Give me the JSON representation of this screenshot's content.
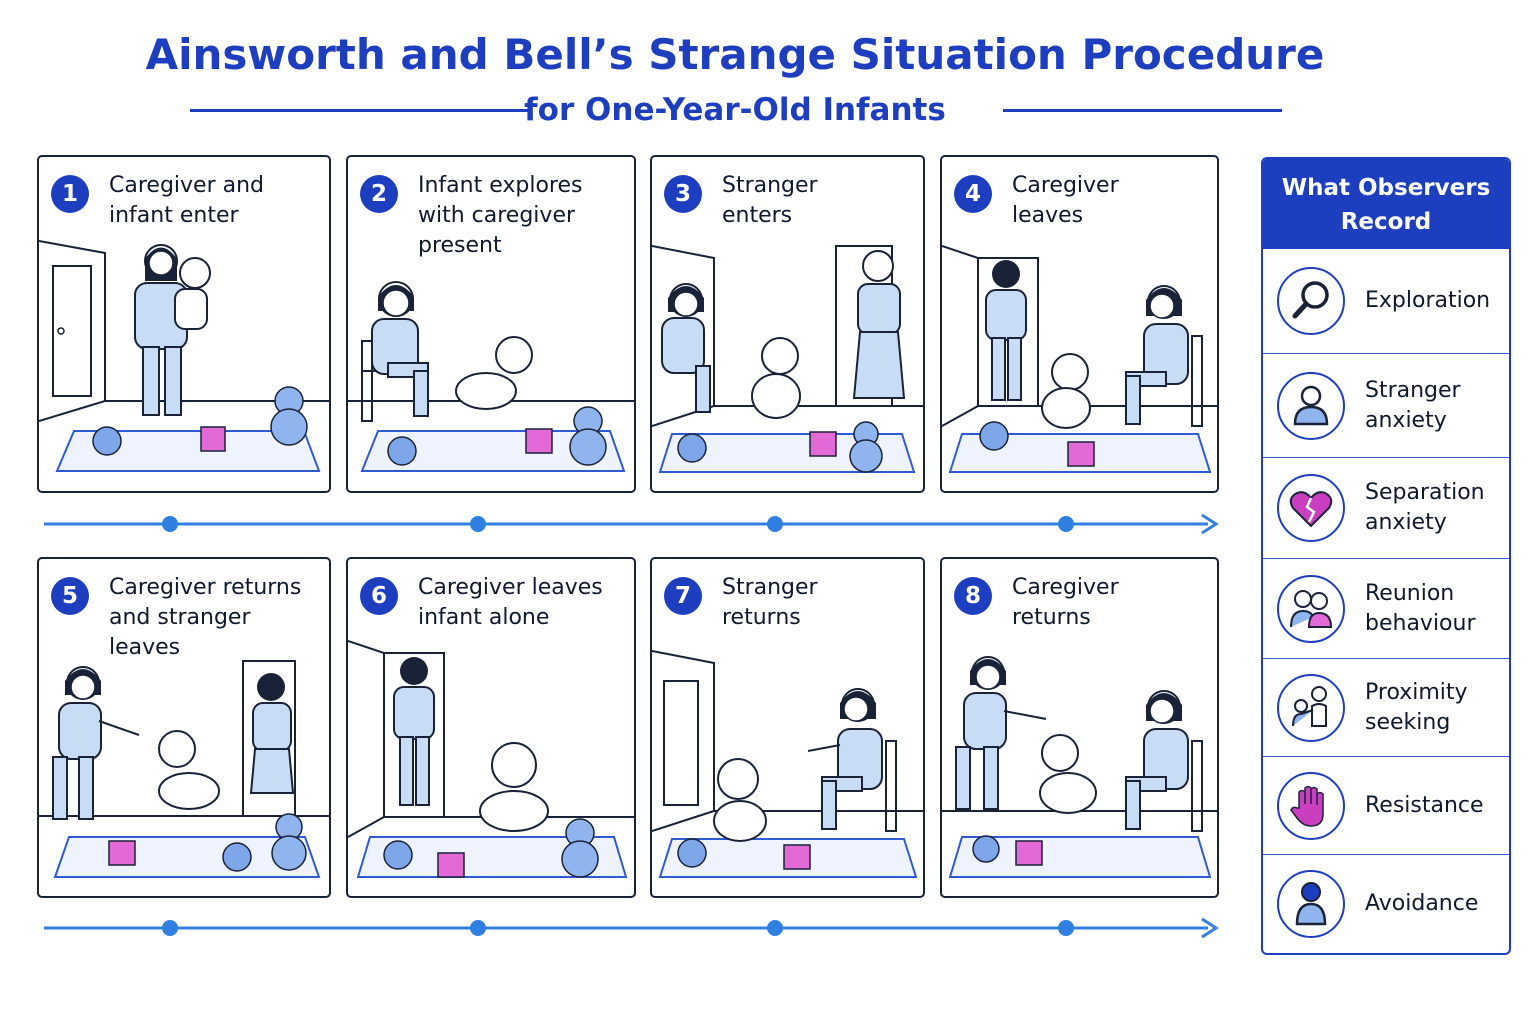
{
  "title": "Ainsworth and Bell’s Strange Situation Procedure",
  "subtitle": "for One-Year-Old Infants",
  "episodes": [
    {
      "num": "1",
      "label": "Caregiver and\ninfant enter"
    },
    {
      "num": "2",
      "label": "Infant explores\nwith caregiver\npresent"
    },
    {
      "num": "3",
      "label": "Stranger\nenters"
    },
    {
      "num": "4",
      "label": "Caregiver\nleaves"
    },
    {
      "num": "5",
      "label": "Caregiver returns\nand stranger\nleaves"
    },
    {
      "num": "6",
      "label": "Caregiver leaves\ninfant alone"
    },
    {
      "num": "7",
      "label": "Stranger\nreturns"
    },
    {
      "num": "8",
      "label": "Caregiver\nreturns"
    }
  ],
  "sidebar": {
    "heading": "What Observers\nRecord",
    "items": [
      {
        "label": "Exploration",
        "icon": "magnifier-icon"
      },
      {
        "label": "Stranger\nanxiety",
        "icon": "person-icon"
      },
      {
        "label": "Separation\nanxiety",
        "icon": "broken-heart-icon"
      },
      {
        "label": "Reunion\nbehaviour",
        "icon": "hug-icon"
      },
      {
        "label": "Proximity\nseeking",
        "icon": "child-reaching-icon"
      },
      {
        "label": "Resistance",
        "icon": "raised-hand-icon"
      },
      {
        "label": "Avoidance",
        "icon": "turned-away-icon"
      }
    ]
  },
  "colors": {
    "primary": "#1d3fbf",
    "figure": "#c9dcf6",
    "block": "#e36ad6",
    "timeline": "#2f7fe0"
  }
}
